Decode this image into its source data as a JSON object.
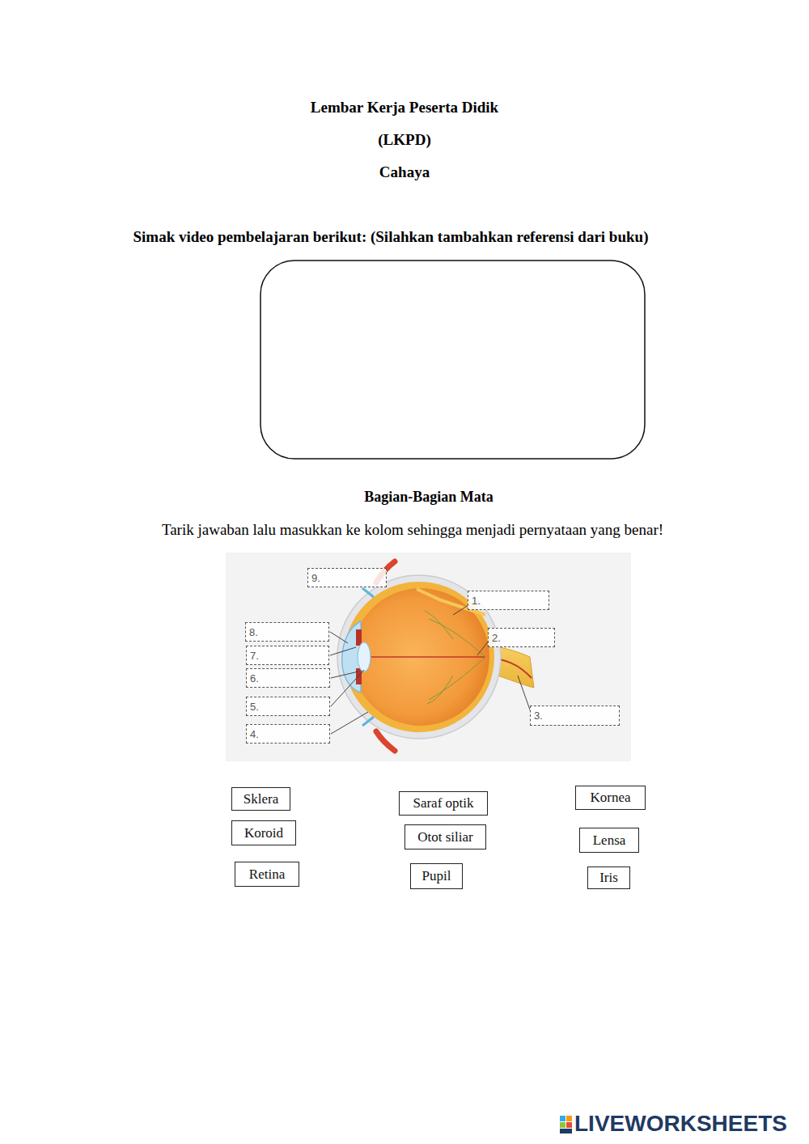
{
  "diagram": {
    "title": "Lembar Kerja Peserta Didik",
    "nodes": [
      {
        "text": [
          "9."
        ]
      },
      {
        "text": [
          "1."
        ]
      },
      {
        "text": [
          "8."
        ]
      },
      {
        "text": [
          "2."
        ]
      },
      {
        "text": [
          "7."
        ]
      },
      {
        "text": [
          "6."
        ]
      },
      {
        "text": [
          "5."
        ]
      },
      {
        "text": [
          "3."
        ]
      },
      {
        "text": [
          "4."
        ]
      },
      {
        "text": [
          "Sklera"
        ]
      },
      {
        "text": [
          "Saraf optik"
        ]
      },
      {
        "text": [
          "Kornea"
        ]
      },
      {
        "text": [
          "Koroid"
        ]
      },
      {
        "text": [
          "Otot siliar"
        ]
      },
      {
        "text": [
          "Lensa"
        ]
      },
      {
        "text": [
          "Retina"
        ]
      },
      {
        "text": [
          "Pupil"
        ]
      },
      {
        "text": [
          "Iris"
        ]
      }
    ],
    "labels": [
      "(LKPD)",
      "Cahaya",
      "Simak video pembelajaran berikut: (Silahkan tambahkan referensi dari buku)",
      "Bagian-Bagian Mata",
      "Tarik jawaban lalu masukkan ke kolom sehingga menjadi pernyataan yang benar!",
      "LIVEWORKSHEETS"
    ]
  }
}
